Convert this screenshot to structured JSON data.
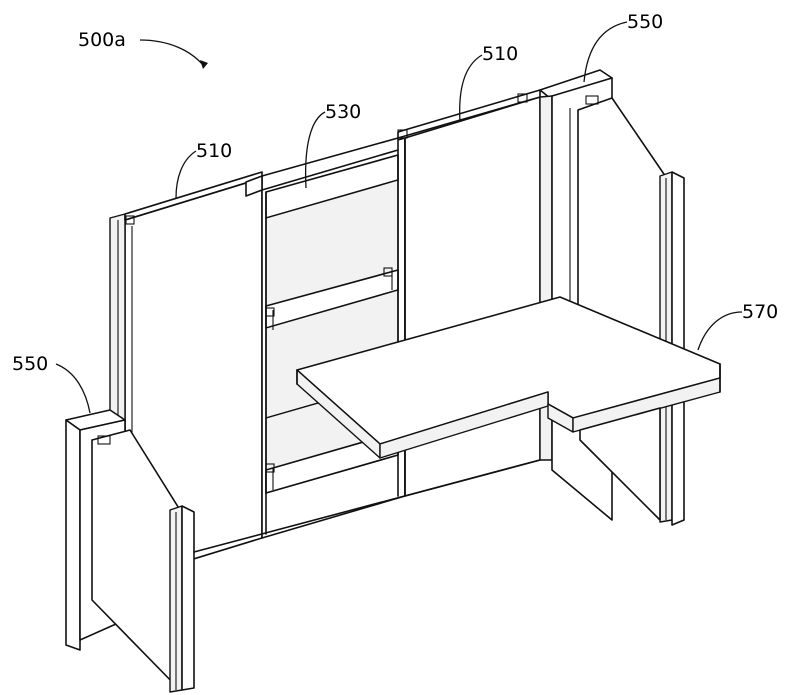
{
  "figure": {
    "assembly_label": "500a",
    "labels": {
      "panel_left": "510",
      "panel_right": "510",
      "middle_unit": "530",
      "post_left": "550",
      "post_right": "550",
      "desk_top": "570"
    }
  }
}
